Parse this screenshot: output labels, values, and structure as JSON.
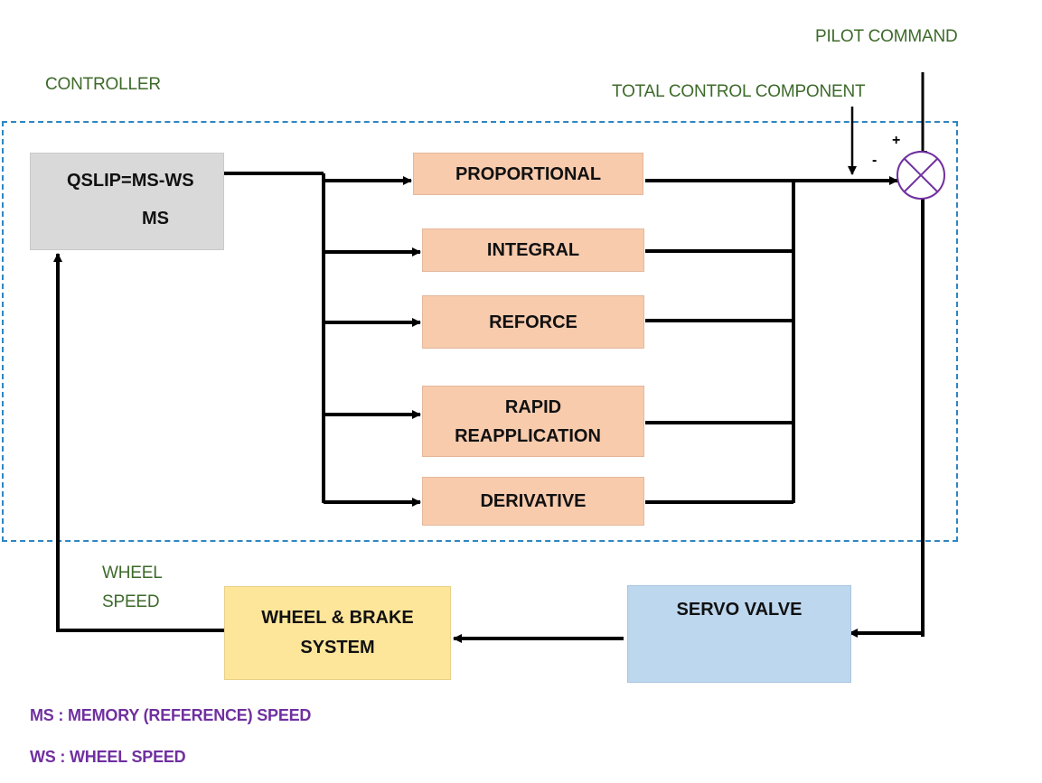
{
  "labels": {
    "controller": "CONTROLLER",
    "pilot_command": "PILOT COMMAND",
    "total_control_component": "TOTAL CONTROL COMPONENT",
    "wheel_speed_line1": "WHEEL",
    "wheel_speed_line2": "SPEED",
    "plus": "+",
    "minus": "-"
  },
  "slip_box": {
    "numerator": "QSLIP=MS-WS",
    "denominator": "MS"
  },
  "blocks": {
    "proportional": "PROPORTIONAL",
    "integral": "INTEGRAL",
    "reforce": "REFORCE",
    "rapid_line1": "RAPID",
    "rapid_line2": "REAPPLICATION",
    "derivative": "DERIVATIVE",
    "wheel_brake_line1": "WHEEL & BRAKE",
    "wheel_brake_line2": "SYSTEM",
    "servo_valve": "SERVO VALVE"
  },
  "legend": {
    "ms": "MS : MEMORY (REFERENCE) SPEED",
    "ws": "WS : WHEEL SPEED"
  },
  "colors": {
    "label_green": "#3d6a2a",
    "legend_purple": "#7030a0",
    "controller_border": "#2e86c1",
    "gain_blocks": "#f8cbad",
    "slip_block": "#d9d9d9",
    "plant_block": "#fde59a",
    "servo_block": "#bdd7ee",
    "summing_junction": "#7030a0"
  }
}
